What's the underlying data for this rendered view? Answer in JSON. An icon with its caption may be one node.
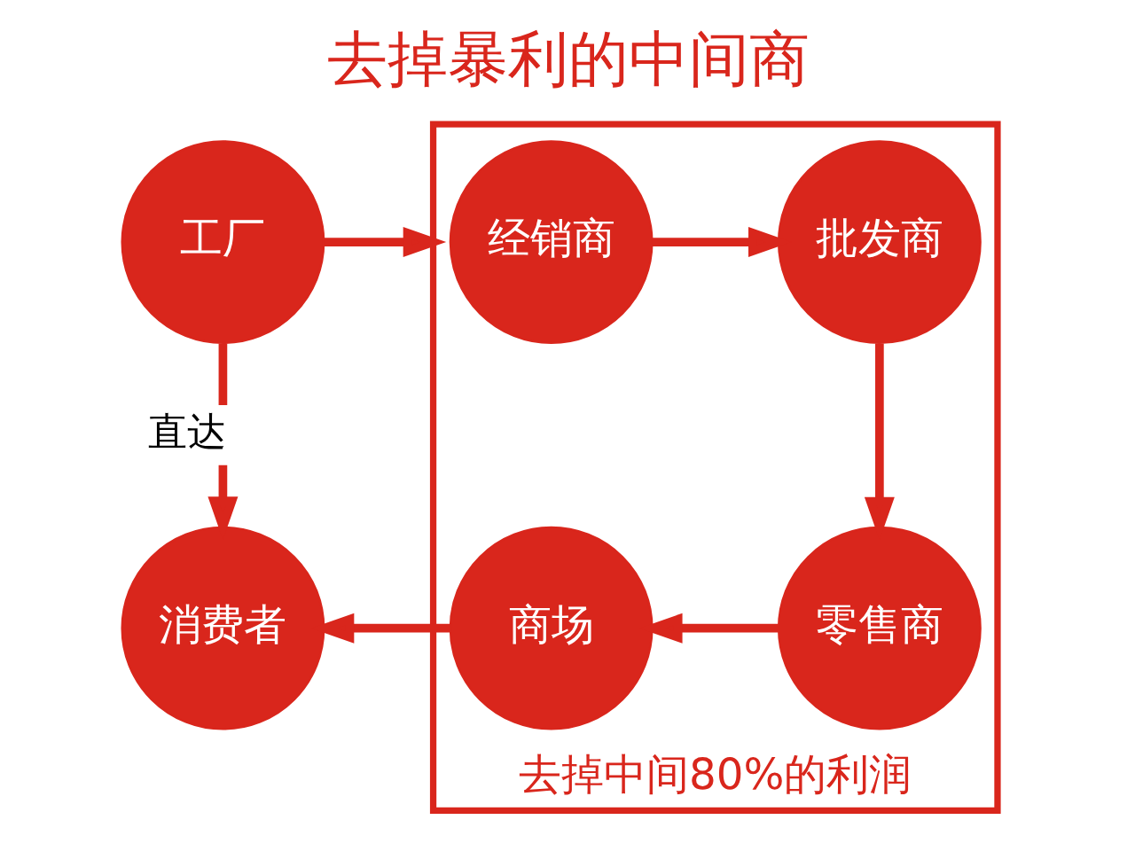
{
  "diagram": {
    "title": "去掉暴利的中间商",
    "nodes": [
      {
        "text": [
          "工厂"
        ]
      },
      {
        "text": [
          "去掉中间80%的利润"
        ]
      },
      {
        "text": [
          "经销商"
        ],
        "in": 1
      },
      {
        "text": [
          "批发商"
        ],
        "in": 1
      },
      {
        "text": [
          "零售商"
        ],
        "in": 1
      },
      {
        "text": [
          "商场"
        ],
        "in": 1
      },
      {
        "text": [
          "消费者"
        ]
      }
    ],
    "edges": [
      {
        "from": 0,
        "to": 1,
        "arrow": "to"
      },
      {
        "from": 2,
        "to": 3,
        "arrow": "to"
      },
      {
        "from": 3,
        "to": 4,
        "arrow": "to"
      },
      {
        "from": 4,
        "to": 5,
        "arrow": "to"
      },
      {
        "from": 5,
        "to": 6,
        "arrow": "to"
      },
      {
        "from": 0,
        "to": 6,
        "arrow": "to",
        "label": "直达"
      }
    ]
  }
}
